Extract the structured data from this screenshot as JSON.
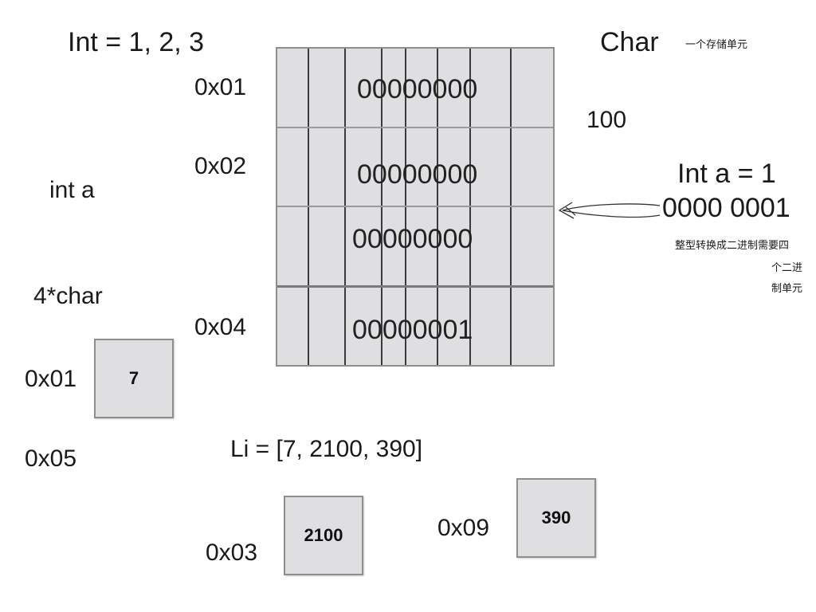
{
  "labels": {
    "int_list": "Int = 1, 2, 3",
    "char": "Char",
    "char_note": "一个存储单元",
    "int_a_left": "int a",
    "four_char": "4*char",
    "hundred": "100",
    "int_a_eq": "Int a = 1",
    "binary": "0000 0001",
    "note_line1": "整型转换成二进制需要四",
    "note_line2": "个二进",
    "note_line3": "制单元",
    "li_list": "Li = [7, 2100, 390]"
  },
  "addresses": {
    "a1": "0x01",
    "a2": "0x02",
    "a4": "0x04",
    "left_01": "0x01",
    "left_05": "0x05",
    "addr_03": "0x03",
    "addr_09": "0x09"
  },
  "grid_rows": [
    "00000000",
    "00000000",
    "00000000",
    "00000001"
  ],
  "boxes": {
    "box7": "7",
    "box2100": "2100",
    "box390": "390"
  },
  "colors": {
    "cell_fill": "#dfdfe1",
    "cell_border": "#8e8e8e",
    "text": "#1a1a1a"
  }
}
